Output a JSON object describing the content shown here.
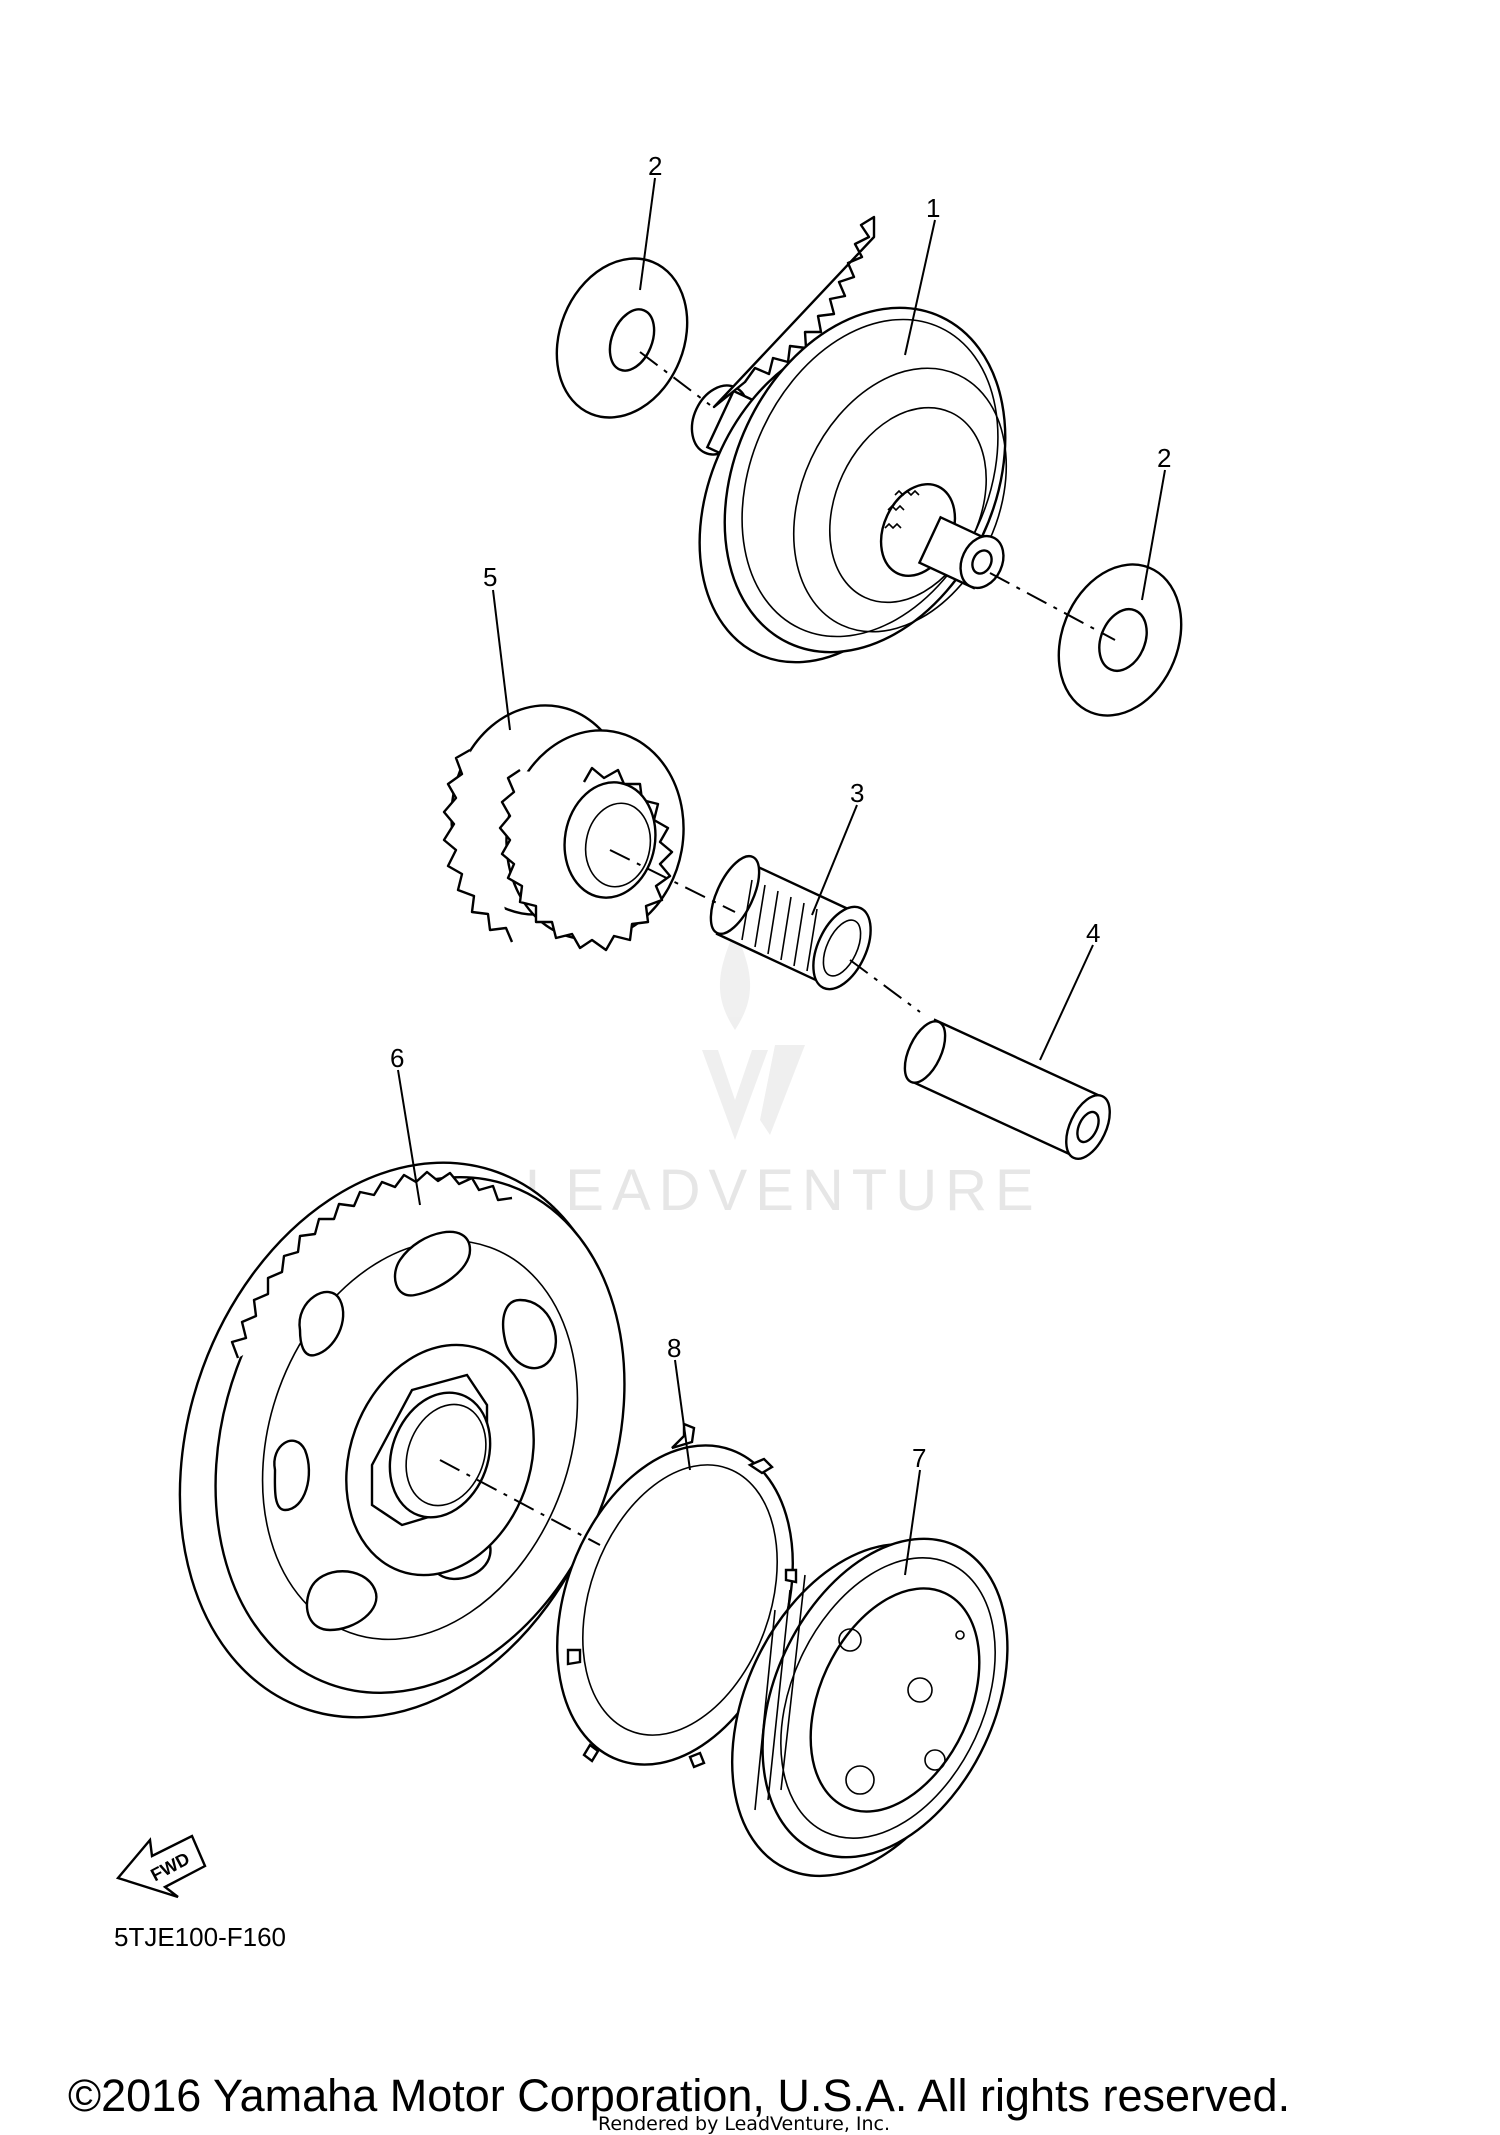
{
  "callouts": [
    "1",
    "2",
    "2",
    "3",
    "4",
    "5",
    "6",
    "7",
    "8"
  ],
  "watermark": {
    "brand": "LEADVENTURE"
  },
  "fwd_label": "FWD",
  "diagram_code": "5TJE100-F160",
  "copyright": "©2016 Yamaha Motor Corporation, U.S.A. All rights reserved.",
  "rendered_by": "Rendered by LeadVenture, Inc."
}
